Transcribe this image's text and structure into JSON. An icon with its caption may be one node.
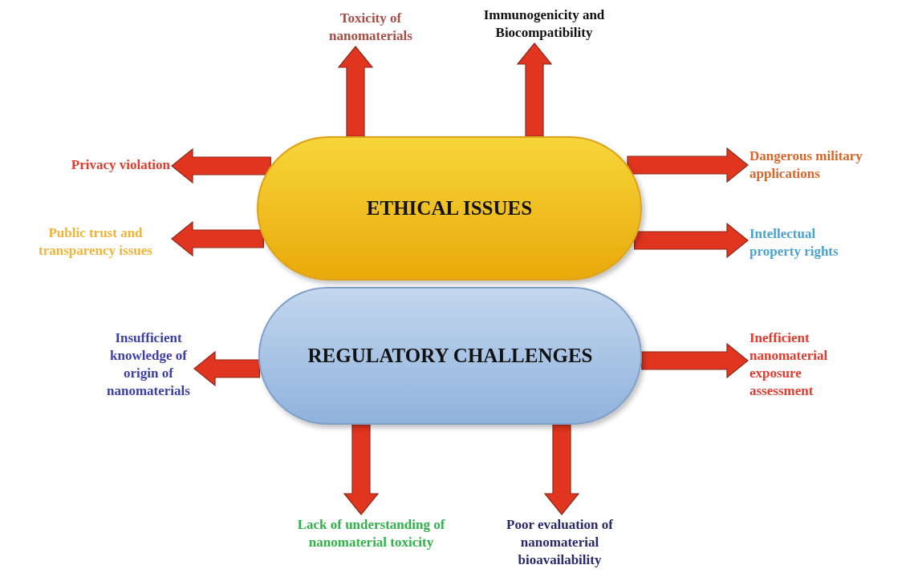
{
  "diagram": {
    "nodes": [
      {
        "text": [
          "ETHICAL ISSUES"
        ]
      },
      {
        "text": [
          "REGULATORY CHALLENGES"
        ]
      },
      {
        "text": [
          "Toxicity of nanomaterials"
        ]
      },
      {
        "text": [
          "Immunogenicity and Biocompatibility"
        ]
      },
      {
        "text": [
          "Privacy violation"
        ]
      },
      {
        "text": [
          "Public trust and transparency issues"
        ]
      },
      {
        "text": [
          "Dangerous military applications"
        ]
      },
      {
        "text": [
          "Intellectual property rights"
        ]
      },
      {
        "text": [
          "Insufficient knowledge of origin of nanomaterials"
        ]
      },
      {
        "text": [
          "Inefficient nanomaterial exposure assessment"
        ]
      },
      {
        "text": [
          "Lack of understanding of nanomaterial toxicity"
        ]
      },
      {
        "text": [
          "Poor evaluation of nanomaterial bioavailability"
        ]
      }
    ],
    "edges": [
      {
        "from": 0,
        "to": 2,
        "arrow": "to"
      },
      {
        "from": 0,
        "to": 3,
        "arrow": "to"
      },
      {
        "from": 0,
        "to": 4,
        "arrow": "to"
      },
      {
        "from": 0,
        "to": 5,
        "arrow": "to"
      },
      {
        "from": 0,
        "to": 6,
        "arrow": "to"
      },
      {
        "from": 0,
        "to": 7,
        "arrow": "to"
      },
      {
        "from": 1,
        "to": 8,
        "arrow": "to"
      },
      {
        "from": 1,
        "to": 9,
        "arrow": "to"
      },
      {
        "from": 1,
        "to": 10,
        "arrow": "to"
      },
      {
        "from": 1,
        "to": 11,
        "arrow": "to"
      }
    ]
  }
}
